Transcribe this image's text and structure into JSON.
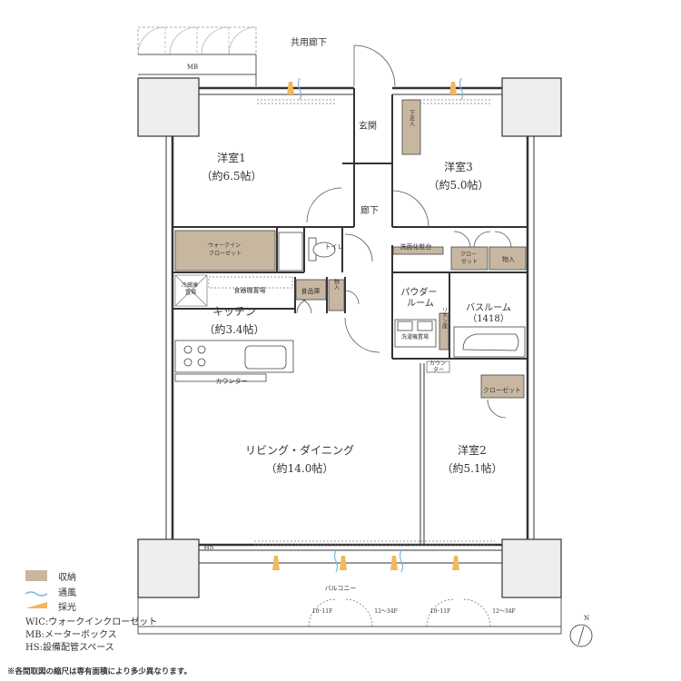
{
  "labels": {
    "corridor": "共用廊下",
    "mb": "MB",
    "entrance": "玄関",
    "shoe_storage": "下足入",
    "hallway": "廊下",
    "toilet": "トイレ",
    "western1_name": "洋室1",
    "western1_size": "（約6.5帖）",
    "western3_name": "洋室3",
    "western3_size": "（約5.0帖）",
    "western2_name": "洋室2",
    "western2_size": "（約5.1帖）",
    "wic": "ウォークイン\nクローゼット",
    "fridge": "冷蔵庫\n置場",
    "dish_shelf": "食器棚置場",
    "pantry": "食品庫",
    "storage": "物入",
    "kitchen_name": "キッチン",
    "kitchen_size": "（約3.4帖）",
    "counter": "カウンター",
    "counter2": "カウン\nター",
    "ldk_name": "リビング・ダイニング",
    "ldk_size": "（約14.0帖）",
    "powder_room": "パウダー\nルーム",
    "vanity": "洗面化粧台",
    "closet": "クロー\nゼット",
    "closet2": "クローゼット",
    "bathroom": "バスルーム",
    "bath_size": "（1418）",
    "washer": "洗濯機置場",
    "linen": "リネン庫",
    "balcony": "バルコニー",
    "hs": "HS",
    "floor_a": "10･11F",
    "floor_b": "12～34F",
    "floor_c": "10･11F",
    "floor_d": "12～34F",
    "north": "N"
  },
  "legend": {
    "storage": "収納",
    "ventilation": "通風",
    "daylight": "採光",
    "wic_def": "WIC:ウォークインクローゼット",
    "mb_def": "MB:メーターボックス",
    "hs_def": "HS:設備配管スペース"
  },
  "note": "※各間取図の縮尺は専有面積により多少異なります。",
  "colors": {
    "storage": "#c8b7a0",
    "wall": "#333333",
    "pillar": "#eeeeee",
    "ventilation": "#7fb3d5",
    "daylight": "#f2b85a"
  }
}
